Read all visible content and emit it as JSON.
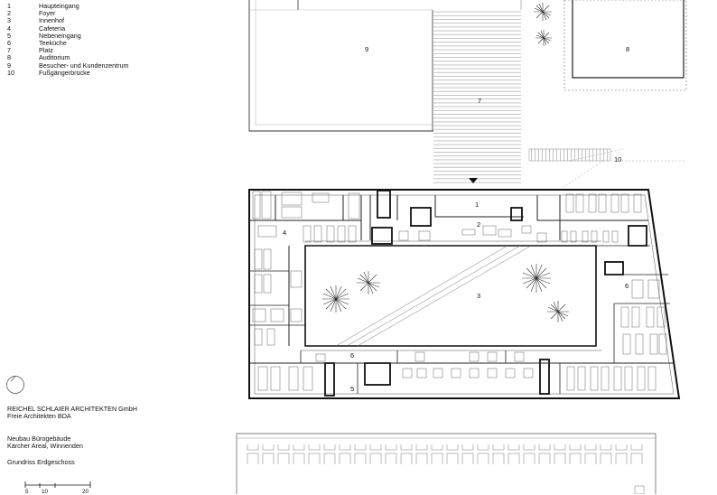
{
  "legend": [
    {
      "num": "1",
      "label": "Haupteingang"
    },
    {
      "num": "2",
      "label": "Foyer"
    },
    {
      "num": "3",
      "label": "Innenhof"
    },
    {
      "num": "4",
      "label": "Cafeteria"
    },
    {
      "num": "5",
      "label": "Nebeneingang"
    },
    {
      "num": "6",
      "label": "Teeküche"
    },
    {
      "num": "7",
      "label": "Platz"
    },
    {
      "num": "8",
      "label": "Auditorium"
    },
    {
      "num": "9",
      "label": "Besucher- und Kundenzentrum"
    },
    {
      "num": "10",
      "label": "Fußgängerbrücke"
    }
  ],
  "office": {
    "line1": "REICHEL SCHLAIER ARCHITEKTEN GmbH",
    "line2": "Freie Architekten BDA"
  },
  "project": {
    "line1": "Neubau Bürogebäude",
    "line2": "Kärcher Areal, Winnenden"
  },
  "drawing_title": "Grundriss Erdgeschoss",
  "scale": {
    "labels": [
      "5",
      "10",
      "20"
    ]
  },
  "plan_labels": {
    "l1": "1",
    "l2": "2",
    "l3": "3",
    "l4": "4",
    "l5": "5",
    "l6a": "6",
    "l6b": "6",
    "l7": "7",
    "l8": "8",
    "l9": "9",
    "l10": "10"
  },
  "colors": {
    "ink": "#222222",
    "line": "#555555",
    "light": "#999999",
    "paper": "#ffffff"
  }
}
